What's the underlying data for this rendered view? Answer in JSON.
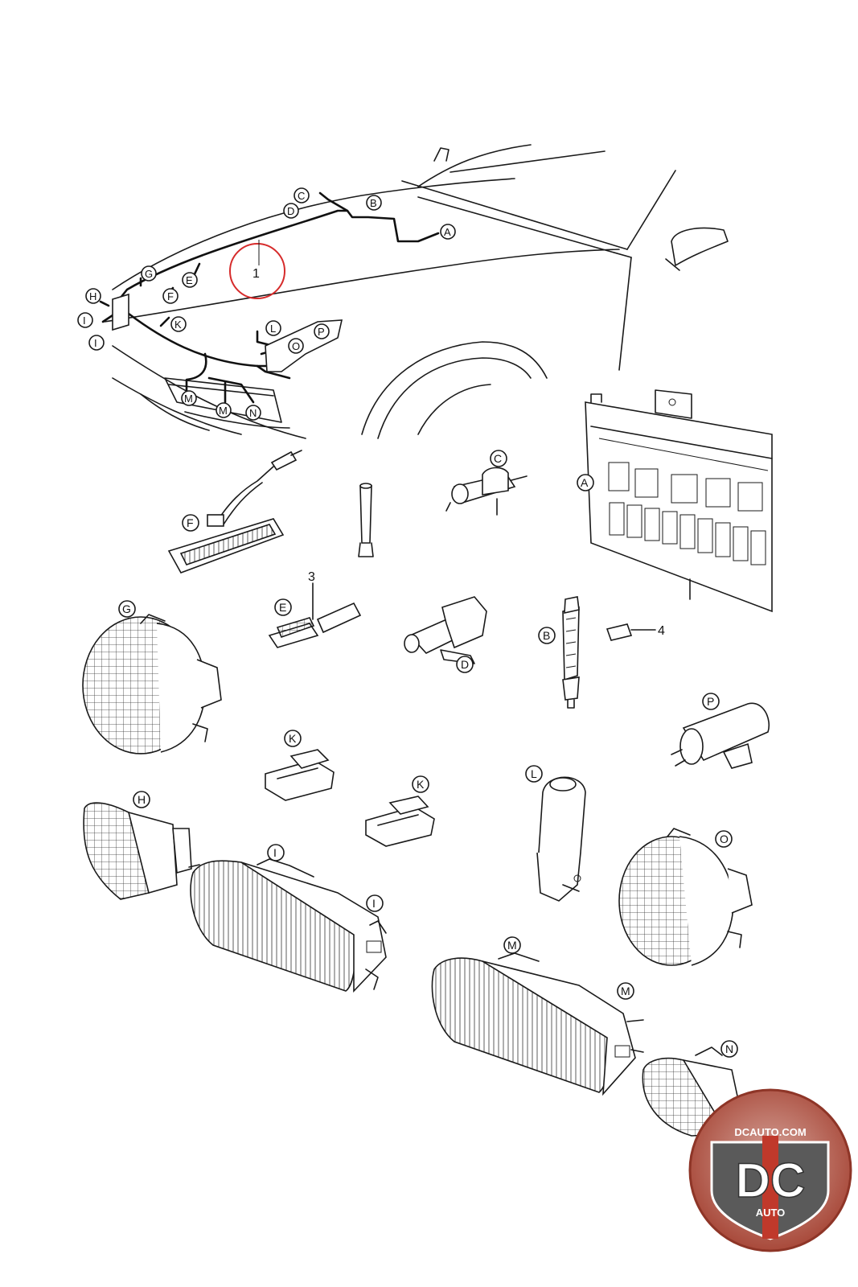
{
  "callouts": {
    "A": "A",
    "B": "B",
    "C": "C",
    "D": "D",
    "E": "E",
    "F": "F",
    "G": "G",
    "H": "H",
    "I": "I",
    "K": "K",
    "L": "L",
    "M": "M",
    "N": "N",
    "O": "O",
    "P": "P"
  },
  "part_numbers": {
    "p1": "1",
    "p3": "3",
    "p4": "4"
  },
  "highlight_color": "#d62b2b",
  "logo": {
    "site": "DCAUTO.COM",
    "mark": "DC",
    "sub": "AUTO",
    "colors": {
      "ring": "#b9412f",
      "badge": "#5a5a5a",
      "accent": "#c0392b"
    }
  }
}
